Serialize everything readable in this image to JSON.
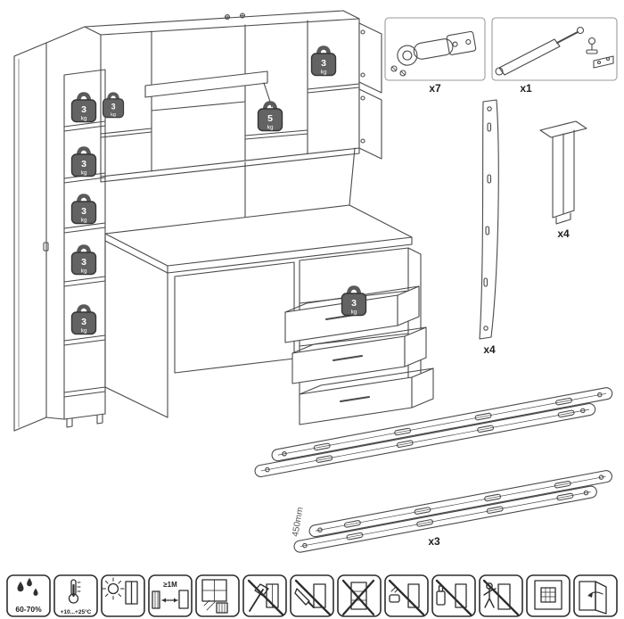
{
  "weights": {
    "three": "3",
    "five": "5",
    "unit": "kg"
  },
  "hardware": {
    "hinge": {
      "count": "x7",
      "icon": "cabinet-hinge-icon"
    },
    "gas_lift": {
      "count": "x1",
      "icon": "gas-lift-strut-icon"
    },
    "side_strip": {
      "count": "x4",
      "icon": "metal-back-strip-icon"
    },
    "leg": {
      "count": "x4",
      "icon": "square-leg-icon"
    },
    "slide": {
      "count": "x3",
      "length": "450mm",
      "icon": "drawer-slide-icon"
    }
  },
  "footer": {
    "icons": [
      {
        "name": "humidity-icon",
        "label": "60-70%"
      },
      {
        "name": "temperature-icon",
        "label": "+10...+25°C"
      },
      {
        "name": "no-direct-sunlight-icon",
        "label": ""
      },
      {
        "name": "heat-distance-icon",
        "label": "≥1M"
      },
      {
        "name": "ventilation-window-icon",
        "label": ""
      },
      {
        "name": "no-axe-icon",
        "label": ""
      },
      {
        "name": "no-sharp-tools-icon",
        "label": ""
      },
      {
        "name": "no-scratching-icon",
        "label": ""
      },
      {
        "name": "no-abrasive-cleaning-icon",
        "label": ""
      },
      {
        "name": "no-solvents-icon",
        "label": ""
      },
      {
        "name": "no-climbing-icon",
        "label": ""
      },
      {
        "name": "interior-storage-icon",
        "label": ""
      },
      {
        "name": "door-adjustment-icon",
        "label": ""
      }
    ]
  }
}
